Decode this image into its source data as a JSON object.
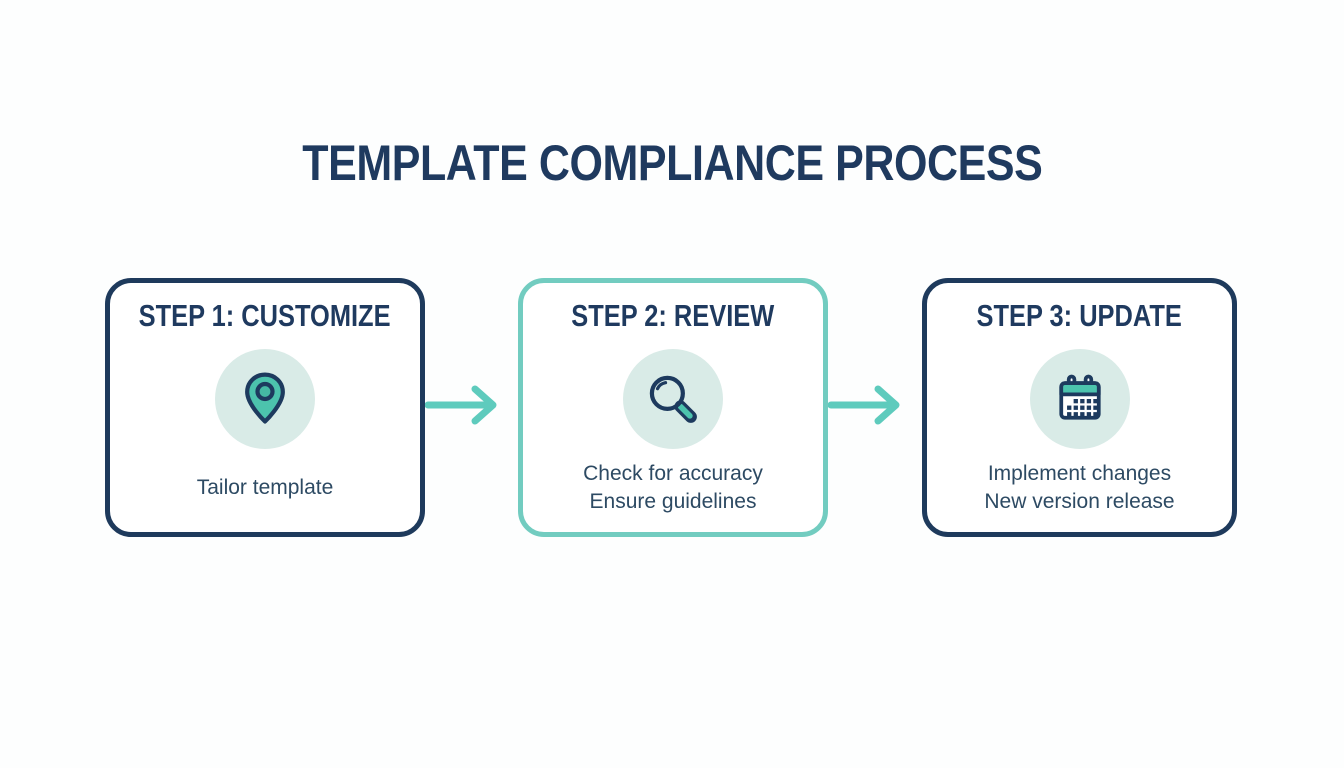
{
  "title": "TEMPLATE COMPLIANCE PROCESS",
  "colors": {
    "navy_border": "#1e3a5c",
    "teal_border": "#72ccc0",
    "teal_arrow": "#5ecbbd",
    "icon_teal_fill": "#4cc3ad",
    "icon_circle_bg": "#d9ebe7",
    "heading_text": "#1f3a5f",
    "body_text": "#2d4a63",
    "background": "#fdfefe"
  },
  "steps": [
    {
      "heading": "STEP 1: CUSTOMIZE",
      "icon": "map-pin-icon",
      "border_style": "navy",
      "lines": [
        "Tailor template"
      ]
    },
    {
      "heading": "STEP 2: REVIEW",
      "icon": "magnifier-icon",
      "border_style": "teal",
      "lines": [
        "Check for accuracy",
        "Ensure guidelines"
      ]
    },
    {
      "heading": "STEP 3: UPDATE",
      "icon": "calendar-icon",
      "border_style": "navy",
      "lines": [
        "Implement changes",
        "New version release"
      ]
    }
  ],
  "arrows": [
    {
      "name": "arrow-step1-step2",
      "direction": "right"
    },
    {
      "name": "arrow-step2-step3",
      "direction": "right"
    }
  ]
}
